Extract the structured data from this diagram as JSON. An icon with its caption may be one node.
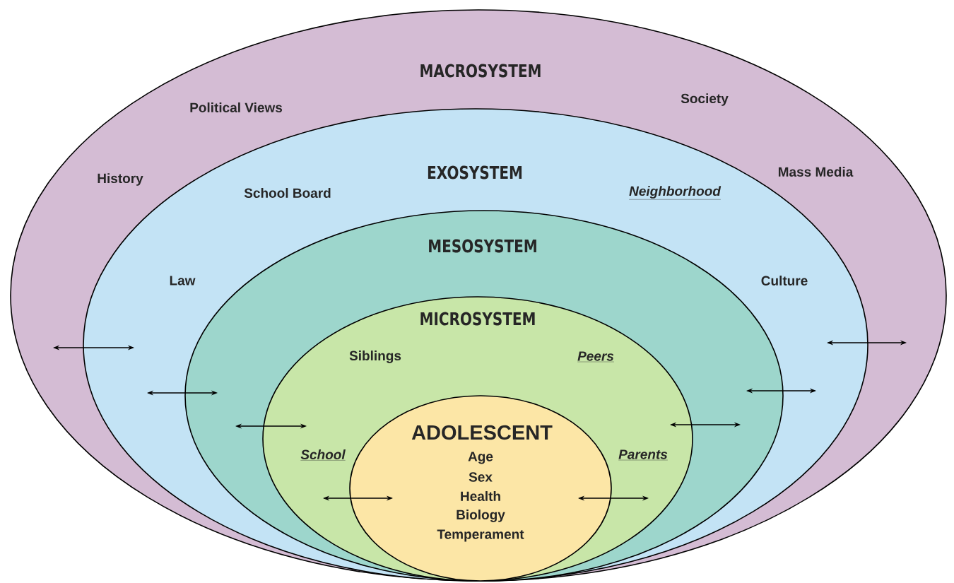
{
  "diagram": {
    "nodes": [
      {
        "text": [
          "MACROSYSTEM",
          "Political Views",
          "Society",
          "History",
          "Mass Media"
        ]
      },
      {
        "text": [
          "EXOSYSTEM",
          "School Board",
          "Neighborhood",
          "Law",
          "Culture"
        ],
        "in": 0
      },
      {
        "text": [
          "MESOSYSTEM"
        ],
        "in": 1
      },
      {
        "text": [
          "MICROSYSTEM",
          "Siblings",
          "Peers",
          "School",
          "Parents"
        ],
        "in": 2
      },
      {
        "text": [
          "ADOLESCENT",
          "Age",
          "Sex",
          "Health",
          "Biology",
          "Temperament"
        ],
        "in": 3
      }
    ]
  }
}
